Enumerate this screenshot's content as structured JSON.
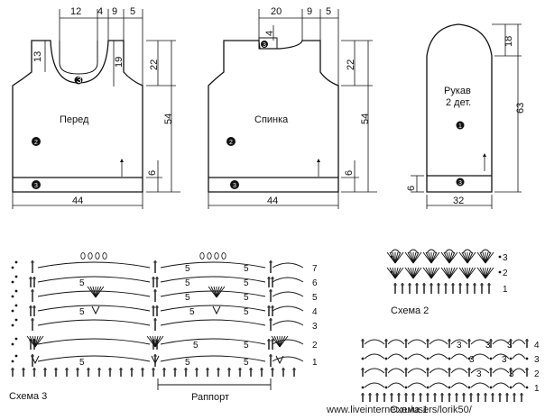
{
  "front": {
    "title": "Перед",
    "dims": {
      "top_left": "12",
      "top_mid": "4",
      "top_9": "9",
      "top_5": "5",
      "left_13": "13",
      "mid_19": "19",
      "right_22": "22",
      "right_54": "54",
      "right_6": "6",
      "bottom_44": "44"
    },
    "markers": {
      "neck": "3",
      "body": "2",
      "hem": "3"
    }
  },
  "back": {
    "title": "Спинка",
    "dims": {
      "top_20": "20",
      "top_9": "9",
      "top_5": "5",
      "neck_4": "4",
      "right_22": "22",
      "right_54": "54",
      "right_6": "6",
      "bottom_44": "44"
    },
    "markers": {
      "neck": "3",
      "body": "2",
      "hem": "3"
    }
  },
  "sleeve": {
    "title": "Рукав",
    "subtitle": "2 дет.",
    "dims": {
      "right_18": "18",
      "right_63": "63",
      "left_6": "6",
      "bottom_32": "32"
    },
    "markers": {
      "body": "1",
      "cuff": "3"
    }
  },
  "scheme3": {
    "label": "Схема 3",
    "repeat_label": "Раппорт",
    "rows": [
      "7",
      "6",
      "5",
      "4",
      "3",
      "2",
      "1"
    ],
    "count_label": "5"
  },
  "scheme2": {
    "label": "Схема 2",
    "rows": [
      "3",
      "2",
      "1"
    ]
  },
  "scheme1": {
    "label": "Схема 1",
    "rows": [
      "4",
      "3",
      "2",
      "1"
    ],
    "count_label": "3"
  },
  "watermark": "www.liveinternet.ru/users/lorik50/"
}
